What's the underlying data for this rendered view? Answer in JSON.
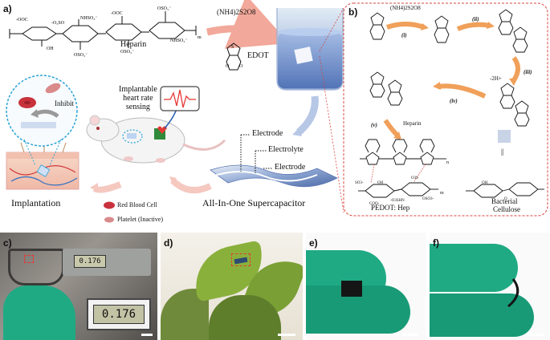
{
  "panels": {
    "a": "a)",
    "b": "b)",
    "c": "c)",
    "d": "d)",
    "e": "e)",
    "f": "f)"
  },
  "heparin": {
    "name": "Heparin",
    "groups": [
      "-OOC",
      "-O3SO",
      "NHSO3-",
      "-OOC",
      "OSO3-",
      "OH",
      "OSO3-",
      "OH",
      "NHSO3-",
      "OSO3-",
      "m"
    ]
  },
  "reagent": "(NH4)2S2O8",
  "edot": "EDOT",
  "mechanism": {
    "reagent": "(NH4)2S2O8",
    "steps": [
      "(i)",
      "(ii)",
      "(iii)",
      "(iv)",
      "(v)"
    ],
    "minus_h": "-2H+",
    "heparin_label": "Heparin",
    "n_label": "n",
    "m_label": "m",
    "pedot_hep": "PEDOT: Hep",
    "bc_line1": "Bacterial",
    "bc_line2": "Cellulose",
    "parallel": "||",
    "hep_groups": [
      "SO3-",
      "OH",
      "-O3SHN",
      "COO-",
      "O3S",
      "OSO3-",
      "OH",
      "O"
    ]
  },
  "sensing": {
    "line1": "Implantable",
    "line2": "heart rate",
    "line3": "sensing"
  },
  "supercap": {
    "electrode_top": "Electrode",
    "electrolyte": "Electrolyte",
    "electrode_bottom": "Electrode",
    "title": "All-In-One Supercapacitor"
  },
  "implant": {
    "inhibit": "Inhibit",
    "title": "Implantation",
    "legend_rbc": "Red Blood Cell",
    "legend_platelet": "Platelet (Inactive)"
  },
  "micrometer": {
    "reading_small": "0.176",
    "reading_large": "0.176"
  },
  "colors": {
    "dashed_box": "#d9453f",
    "arrow_salmon": "#f2a89a",
    "arrow_orange": "#f0a05a",
    "callout_blue": "#2aa3d6",
    "glove_green": "#1faa84",
    "rbc_red": "#c8323c",
    "platelet_pink": "#d98a8a"
  }
}
